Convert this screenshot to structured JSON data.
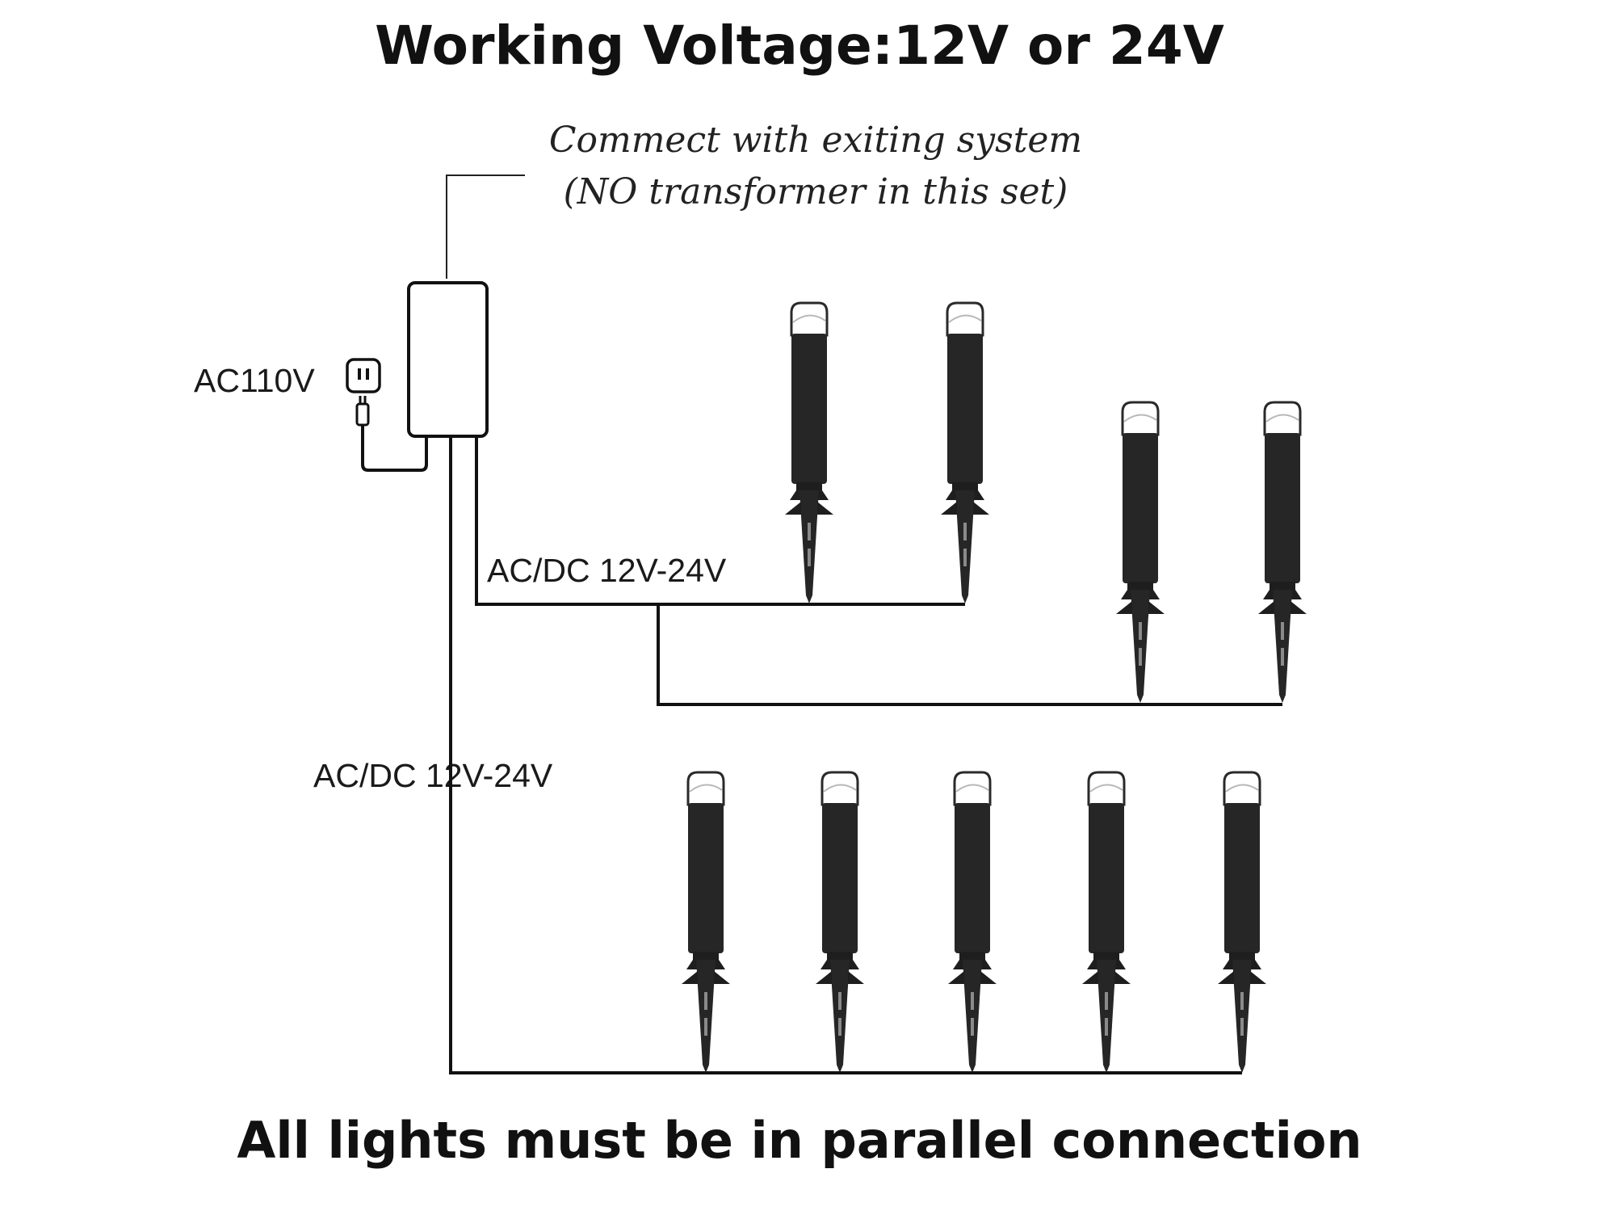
{
  "title": "Working Voltage:12V or 24V",
  "note": {
    "line1": "Commect with exiting system",
    "line2": "(NO transformer in this set)"
  },
  "labels": {
    "mains": "AC110V",
    "branch_upper": "AC/DC 12V-24V",
    "branch_lower": "AC/DC 12V-24V"
  },
  "footer": "All lights must be in parallel connection",
  "colors": {
    "wire": "#111111",
    "light_body": "#222222",
    "light_cap": "#ffffff"
  },
  "icons": {
    "outlet": "power-outlet-icon",
    "plug": "power-plug-icon",
    "transformer": "transformer-box",
    "light": "garden-spike-light"
  },
  "groups": {
    "upper_lights": 2,
    "middle_lights": 2,
    "lower_lights": 5
  }
}
